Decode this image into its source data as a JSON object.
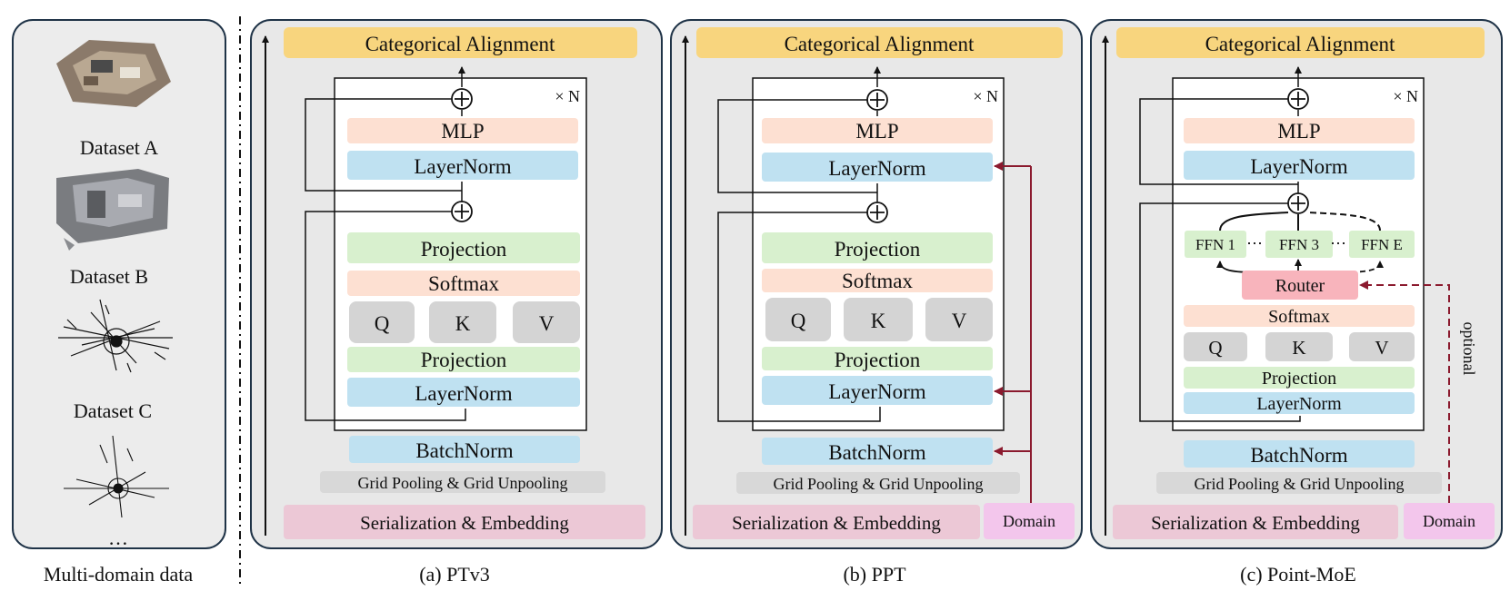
{
  "datasets": {
    "items": [
      {
        "label": "Dataset A"
      },
      {
        "label": "Dataset B"
      },
      {
        "label": "Dataset C"
      }
    ],
    "ellipsis": "…",
    "caption": "Multi-domain data"
  },
  "panels": [
    {
      "caption": "(a) PTv3",
      "top_label": "Categorical Alignment",
      "repeat": "× N",
      "mlp": "MLP",
      "layernorm_top": "LayerNorm",
      "projection_top": "Projection",
      "softmax": "Softmax",
      "q": "Q",
      "k": "K",
      "v": "V",
      "projection_bottom": "Projection",
      "layernorm_bottom": "LayerNorm",
      "batchnorm": "BatchNorm",
      "grid_pooling": "Grid Pooling & Grid Unpooling",
      "serialization": "Serialization & Embedding"
    },
    {
      "caption": "(b) PPT",
      "top_label": "Categorical Alignment",
      "repeat": "× N",
      "mlp": "MLP",
      "layernorm_top": "LayerNorm",
      "projection_top": "Projection",
      "softmax": "Softmax",
      "q": "Q",
      "k": "K",
      "v": "V",
      "projection_bottom": "Projection",
      "layernorm_bottom": "LayerNorm",
      "batchnorm": "BatchNorm",
      "grid_pooling": "Grid Pooling & Grid Unpooling",
      "serialization": "Serialization & Embedding",
      "domain": "Domain"
    },
    {
      "caption": "(c) Point-MoE",
      "top_label": "Categorical Alignment",
      "repeat": "× N",
      "mlp": "MLP",
      "layernorm_top": "LayerNorm",
      "ffn1": "FFN 1",
      "ffn_dots1": "⋯",
      "ffn3": "FFN 3",
      "ffn_dots2": "⋯",
      "ffnE": "FFN E",
      "router": "Router",
      "softmax": "Softmax",
      "q": "Q",
      "k": "K",
      "v": "V",
      "projection": "Projection",
      "layernorm_bottom": "LayerNorm",
      "batchnorm": "BatchNorm",
      "grid_pooling": "Grid Pooling & Grid Unpooling",
      "serialization": "Serialization & Embedding",
      "domain": "Domain",
      "optional": "optional"
    }
  ],
  "colors": {
    "panel_bg": "#e8e8e8",
    "panel_border": "#1f3347",
    "alignment": "#f8d57e",
    "mlp": "#fde0d2",
    "layernorm": "#bfe1f1",
    "projection": "#d8f0ce",
    "softmax": "#fde0d2",
    "qkv": "#d4d4d4",
    "grid": "#d8d8d8",
    "serialization": "#ecc8d6",
    "domain": "#f3c6ec",
    "router": "#f8b4bc",
    "domain_arrow": "#8b1a2e"
  }
}
